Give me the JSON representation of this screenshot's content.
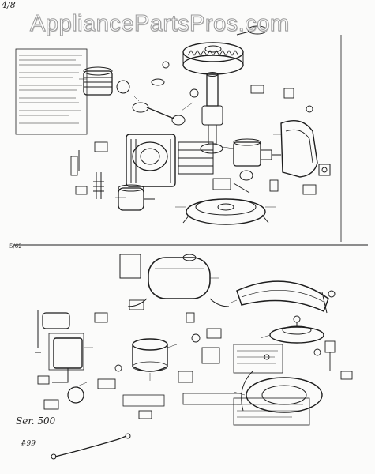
{
  "watermark": "AppliancePartsPros.com",
  "corner_note": "4/8",
  "series_note": "Ser. 500",
  "sub_note": "#99",
  "page_mark": "5/62",
  "colors": {
    "ink": "#1e1e1e",
    "paper": "#fbfbfa",
    "watermark_outline": "#9a9a9a"
  }
}
